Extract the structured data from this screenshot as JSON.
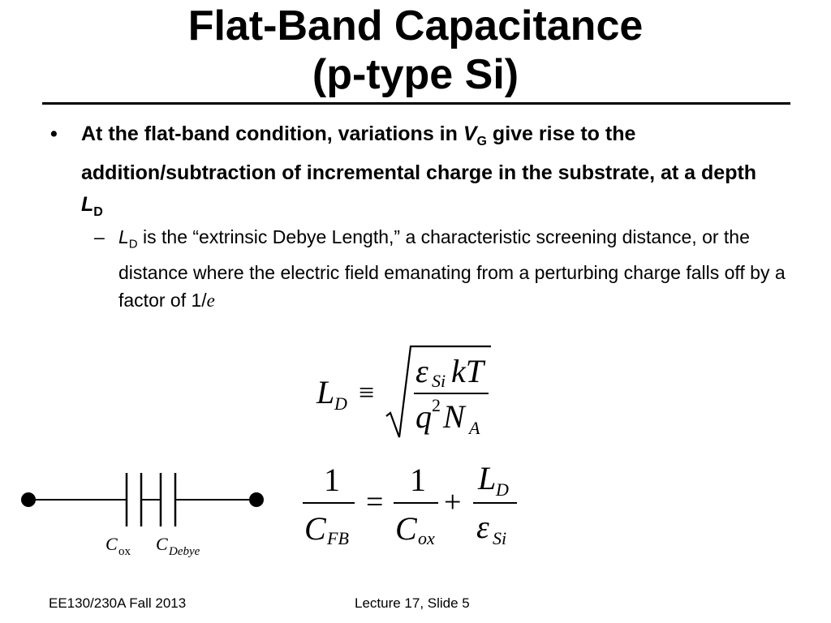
{
  "slide": {
    "title_line1": "Flat-Band Capacitance",
    "title_line2": "(p-type Si)",
    "bullet1": {
      "marker": "•",
      "text_a": "At the flat-band condition, variations in ",
      "var_v": "V",
      "var_v_sub": "G",
      "text_b": " give rise to the addition/subtraction of incremental charge in the substrate, at a depth ",
      "var_l": "L",
      "var_l_sub": "D"
    },
    "sub1": {
      "marker": "–",
      "var_l": "L",
      "var_l_sub": "D",
      "text_a": " is the “extrinsic Debye Length,” a characteristic screening distance, or the distance where the electric field emanating from a perturbing charge falls off by a factor of 1/",
      "var_e": "e"
    },
    "eq1": {
      "lhs": "L",
      "lhs_sub": "D",
      "equiv": "≡",
      "num_eps": "ε",
      "num_eps_sub": "Si",
      "num_kt": "kT",
      "den_q": "q",
      "den_q_sup": "2",
      "den_n": "N",
      "den_n_sub": "A"
    },
    "eq2": {
      "one_a": "1",
      "c_fb": "C",
      "c_fb_sub": "FB",
      "equals": "=",
      "one_b": "1",
      "c_ox": "C",
      "c_ox_sub": "ox",
      "plus": "+",
      "l_d": "L",
      "l_d_sub": "D",
      "eps": "ε",
      "eps_sub": "Si"
    },
    "circuit": {
      "cox": "C",
      "cox_sub": "ox",
      "cdebye": "C",
      "cdebye_sub": "Debye"
    },
    "footer": {
      "left": "EE130/230A Fall 2013",
      "center": "Lecture 17, Slide 5"
    }
  }
}
